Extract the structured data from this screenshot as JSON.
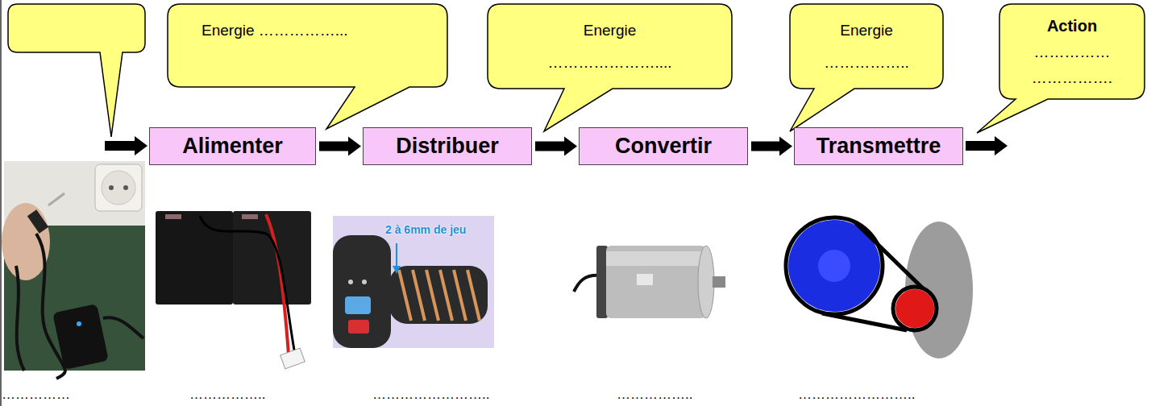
{
  "diagram": {
    "nodes": [
      {
        "text": [
          "Energie ……………..."
        ]
      },
      {
        "text": [
          "Energie",
          "…………………...."
        ]
      },
      {
        "text": [
          "Energie",
          "…………….."
        ]
      },
      {
        "text": [
          "Action",
          "……………",
          "……………."
        ]
      },
      {
        "text": [
          "Alimenter"
        ]
      },
      {
        "text": [
          "Distribuer"
        ]
      },
      {
        "text": [
          "Convertir"
        ]
      },
      {
        "text": [
          "Transmettre"
        ]
      }
    ],
    "edges": [
      {
        "from": 4,
        "to": 5,
        "arrow": "to"
      },
      {
        "from": 5,
        "to": 6,
        "arrow": "to"
      },
      {
        "from": 6,
        "to": 7,
        "arrow": "to"
      }
    ],
    "labels": [
      "2 à 6mm de jeu",
      "……………",
      "……………..",
      "……………………..",
      "……………..",
      "…………………….."
    ]
  }
}
